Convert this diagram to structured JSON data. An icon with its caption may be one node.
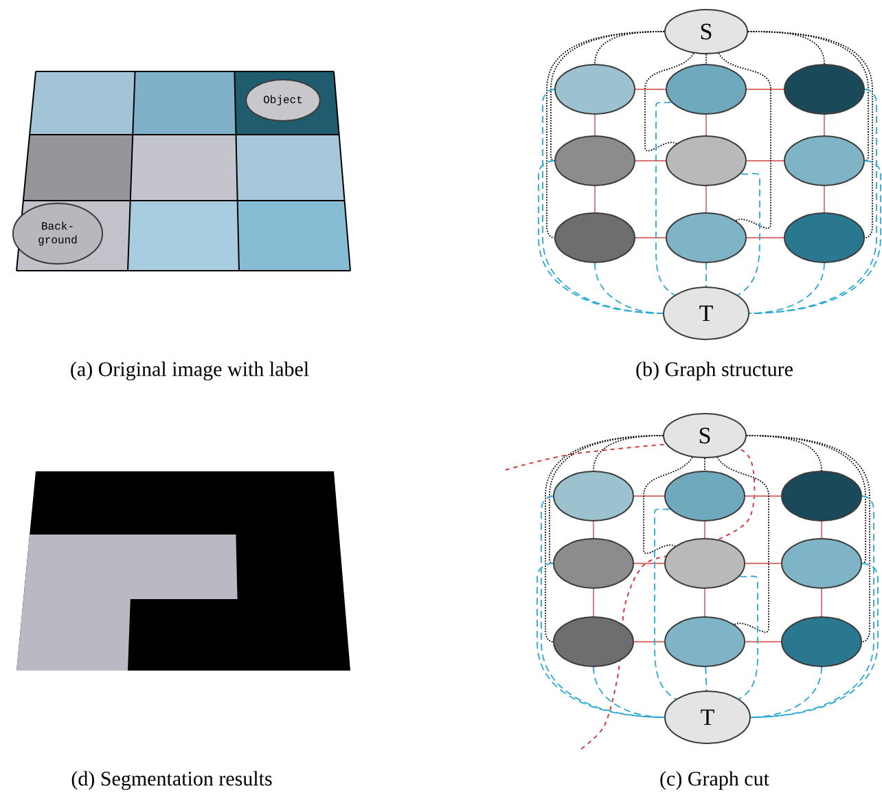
{
  "diagram": {
    "nodes": [
      {
        "text": [
          "Object"
        ]
      },
      {
        "text": [
          "Back- ground"
        ]
      },
      {
        "text": [
          "S"
        ]
      },
      {
        "text": [],
        "shape": "ellipse"
      },
      {
        "text": [],
        "shape": "ellipse"
      },
      {
        "text": [],
        "shape": "ellipse"
      },
      {
        "text": [],
        "shape": "ellipse"
      },
      {
        "text": [],
        "shape": "ellipse"
      },
      {
        "text": [],
        "shape": "ellipse"
      },
      {
        "text": [],
        "shape": "ellipse"
      },
      {
        "text": [],
        "shape": "ellipse"
      },
      {
        "text": [],
        "shape": "ellipse"
      },
      {
        "text": [
          "T"
        ]
      },
      {
        "text": [
          "S"
        ]
      },
      {
        "text": [],
        "shape": "ellipse"
      },
      {
        "text": [],
        "shape": "ellipse"
      },
      {
        "text": [],
        "shape": "ellipse"
      },
      {
        "text": [],
        "shape": "ellipse"
      },
      {
        "text": [],
        "shape": "ellipse"
      },
      {
        "text": [],
        "shape": "ellipse"
      },
      {
        "text": [],
        "shape": "ellipse"
      },
      {
        "text": [],
        "shape": "ellipse"
      },
      {
        "text": [],
        "shape": "ellipse"
      },
      {
        "text": [
          "T"
        ]
      }
    ],
    "edges": [
      {
        "from": 3,
        "to": 4,
        "arrow": "none"
      },
      {
        "from": 4,
        "to": 5,
        "arrow": "none"
      },
      {
        "from": 6,
        "to": 7,
        "arrow": "none"
      },
      {
        "from": 7,
        "to": 8,
        "arrow": "none"
      },
      {
        "from": 9,
        "to": 10,
        "arrow": "none"
      },
      {
        "from": 10,
        "to": 11,
        "arrow": "none"
      },
      {
        "from": 3,
        "to": 6,
        "arrow": "none"
      },
      {
        "from": 4,
        "to": 7,
        "arrow": "none"
      },
      {
        "from": 5,
        "to": 8,
        "arrow": "none"
      },
      {
        "from": 6,
        "to": 9,
        "arrow": "none"
      },
      {
        "from": 7,
        "to": 10,
        "arrow": "none"
      },
      {
        "from": 8,
        "to": 11,
        "arrow": "none"
      },
      {
        "from": 2,
        "to": 3,
        "arrow": "none",
        "style": "dashed",
        "color": "#000000"
      },
      {
        "from": 2,
        "to": 4,
        "arrow": "none",
        "style": "dashed",
        "color": "#000000"
      },
      {
        "from": 2,
        "to": 5,
        "arrow": "none",
        "style": "dashed",
        "color": "#000000"
      },
      {
        "from": 2,
        "to": 6,
        "arrow": "none",
        "style": "dashed",
        "color": "#000000"
      },
      {
        "from": 2,
        "to": 7,
        "arrow": "none",
        "style": "dashed",
        "color": "#000000"
      },
      {
        "from": 2,
        "to": 8,
        "arrow": "none",
        "style": "dashed",
        "color": "#000000"
      },
      {
        "from": 2,
        "to": 9,
        "arrow": "none",
        "style": "dashed",
        "color": "#000000"
      },
      {
        "from": 2,
        "to": 10,
        "arrow": "none",
        "style": "dashed",
        "color": "#000000"
      },
      {
        "from": 2,
        "to": 11,
        "arrow": "none",
        "style": "dashed",
        "color": "#000000"
      },
      {
        "from": 3,
        "to": 12,
        "arrow": "none",
        "style": "dashed",
        "color": "#2aa7d6"
      },
      {
        "from": 4,
        "to": 12,
        "arrow": "none",
        "style": "dashed",
        "color": "#2aa7d6"
      },
      {
        "from": 5,
        "to": 12,
        "arrow": "none",
        "style": "dashed",
        "color": "#2aa7d6"
      },
      {
        "from": 6,
        "to": 12,
        "arrow": "none",
        "style": "dashed",
        "color": "#2aa7d6"
      },
      {
        "from": 7,
        "to": 12,
        "arrow": "none",
        "style": "dashed",
        "color": "#2aa7d6"
      },
      {
        "from": 8,
        "to": 12,
        "arrow": "none",
        "style": "dashed",
        "color": "#2aa7d6"
      },
      {
        "from": 9,
        "to": 12,
        "arrow": "none",
        "style": "dashed",
        "color": "#2aa7d6"
      },
      {
        "from": 10,
        "to": 12,
        "arrow": "none",
        "style": "dashed",
        "color": "#2aa7d6"
      },
      {
        "from": 11,
        "to": 12,
        "arrow": "none",
        "style": "dashed",
        "color": "#2aa7d6"
      },
      {
        "from": 14,
        "to": 15,
        "arrow": "none"
      },
      {
        "from": 15,
        "to": 16,
        "arrow": "none"
      },
      {
        "from": 17,
        "to": 18,
        "arrow": "none"
      },
      {
        "from": 18,
        "to": 19,
        "arrow": "none"
      },
      {
        "from": 20,
        "to": 21,
        "arrow": "none"
      },
      {
        "from": 21,
        "to": 22,
        "arrow": "none"
      },
      {
        "from": 14,
        "to": 17,
        "arrow": "none"
      },
      {
        "from": 15,
        "to": 18,
        "arrow": "none"
      },
      {
        "from": 16,
        "to": 19,
        "arrow": "none"
      },
      {
        "from": 17,
        "to": 20,
        "arrow": "none"
      },
      {
        "from": 18,
        "to": 21,
        "arrow": "none"
      },
      {
        "from": 19,
        "to": 22,
        "arrow": "none"
      },
      {
        "from": 13,
        "to": 14,
        "arrow": "none",
        "style": "dashed",
        "color": "#000000"
      },
      {
        "from": 13,
        "to": 15,
        "arrow": "none",
        "style": "dashed",
        "color": "#000000"
      },
      {
        "from": 13,
        "to": 16,
        "arrow": "none",
        "style": "dashed",
        "color": "#000000"
      },
      {
        "from": 13,
        "to": 17,
        "arrow": "none",
        "style": "dashed",
        "color": "#000000"
      },
      {
        "from": 13,
        "to": 18,
        "arrow": "none",
        "style": "dashed",
        "color": "#000000"
      },
      {
        "from": 13,
        "to": 19,
        "arrow": "none",
        "style": "dashed",
        "color": "#000000"
      },
      {
        "from": 13,
        "to": 20,
        "arrow": "none",
        "style": "dashed",
        "color": "#000000"
      },
      {
        "from": 13,
        "to": 21,
        "arrow": "none",
        "style": "dashed",
        "color": "#000000"
      },
      {
        "from": 13,
        "to": 22,
        "arrow": "none",
        "style": "dashed",
        "color": "#000000"
      },
      {
        "from": 14,
        "to": 23,
        "arrow": "none",
        "style": "dashed",
        "color": "#2aa7d6"
      },
      {
        "from": 15,
        "to": 23,
        "arrow": "none",
        "style": "dashed",
        "color": "#2aa7d6"
      },
      {
        "from": 16,
        "to": 23,
        "arrow": "none",
        "style": "dashed",
        "color": "#2aa7d6"
      },
      {
        "from": 17,
        "to": 23,
        "arrow": "none",
        "style": "dashed",
        "color": "#2aa7d6"
      },
      {
        "from": 18,
        "to": 23,
        "arrow": "none",
        "style": "dashed",
        "color": "#2aa7d6"
      },
      {
        "from": 19,
        "to": 23,
        "arrow": "none",
        "style": "dashed",
        "color": "#2aa7d6"
      },
      {
        "from": 20,
        "to": 23,
        "arrow": "none",
        "style": "dashed",
        "color": "#2aa7d6"
      },
      {
        "from": 21,
        "to": 23,
        "arrow": "none",
        "style": "dashed",
        "color": "#2aa7d6"
      },
      {
        "from": 22,
        "to": 23,
        "arrow": "none",
        "style": "dashed",
        "color": "#2aa7d6"
      }
    ],
    "labels": [
      "(a) Original image with label",
      "(b) Graph structure",
      "(d) Segmentation results",
      "(c) Graph cut"
    ]
  }
}
